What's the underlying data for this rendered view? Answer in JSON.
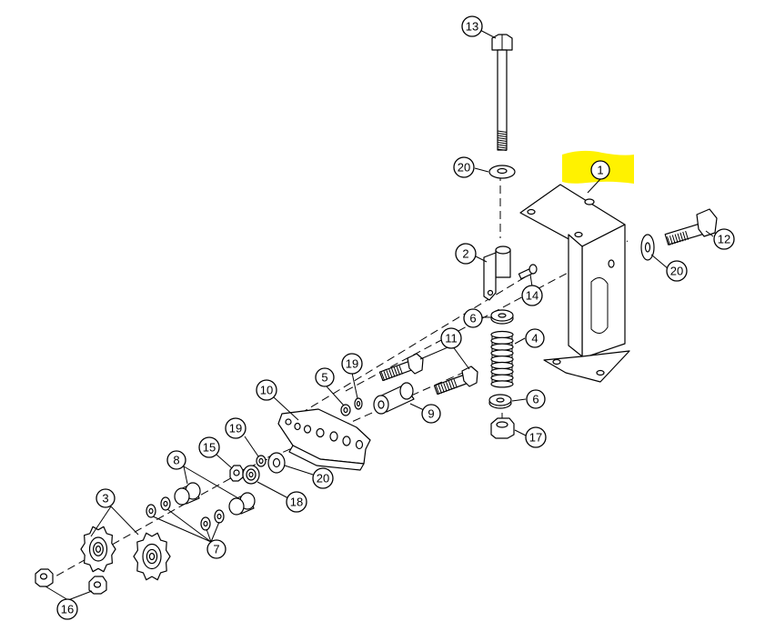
{
  "highlight_color": "#fff200",
  "callouts": {
    "c1": "1",
    "c2": "2",
    "c3": "3",
    "c4": "4",
    "c5": "5",
    "c6a": "6",
    "c6b": "6",
    "c7": "7",
    "c8": "8",
    "c9": "9",
    "c10": "10",
    "c11": "11",
    "c12": "12",
    "c13": "13",
    "c14": "14",
    "c15": "15",
    "c16": "16",
    "c17": "17",
    "c18": "18",
    "c19a": "19",
    "c19b": "19",
    "c20a": "20",
    "c20b": "20",
    "c20c": "20"
  }
}
